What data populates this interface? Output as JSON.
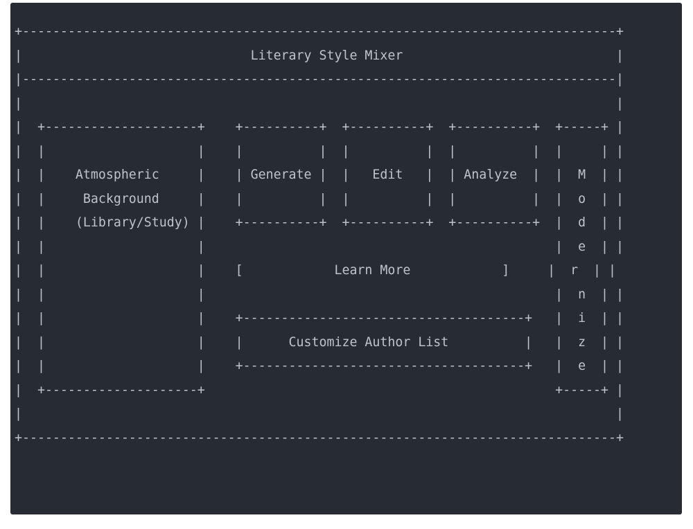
{
  "terminal": {
    "background": "#272b34",
    "text_color": "#bfc3cb",
    "art_lines": [
      "+------------------------------------------------------------------------------+",
      "|                              Literary Style Mixer                            |",
      "|------------------------------------------------------------------------------|",
      "|                                                                              |",
      "|  +--------------------+    +----------+  +----------+  +----------+  +-----+ |",
      "|  |                    |    |          |  |          |  |          |  |     | |",
      "|  |    Atmospheric     |    | Generate |  |   Edit   |  | Analyze  |  |  M  | |",
      "|  |     Background     |    |          |  |          |  |          |  |  o  | |",
      "|  |    (Library/Study) |    +----------+  +----------+  +----------+  |  d  | |",
      "|  |                    |                                              |  e  | |",
      "|  |                    |    [            Learn More            ]     |  r  | |",
      "|  |                    |                                              |  n  | |",
      "|  |                    |    +-------------------------------------+   |  i  | |",
      "|  |                    |    |      Customize Author List          |   |  z  | |",
      "|  |                    |    +-------------------------------------+   |  e  | |",
      "|  +--------------------+                                              +-----+ |",
      "|                                                                              |",
      "+------------------------------------------------------------------------------+"
    ]
  },
  "widgets": {
    "title": "Literary Style Mixer",
    "atmospheric_panel_lines": [
      "Atmospheric",
      "Background",
      "(Library/Study)"
    ],
    "buttons": {
      "generate": "Generate",
      "edit": "Edit",
      "analyze": "Analyze",
      "modernize": "Modernize",
      "learn_more": "Learn More",
      "customize_author_list": "Customize Author List"
    }
  }
}
